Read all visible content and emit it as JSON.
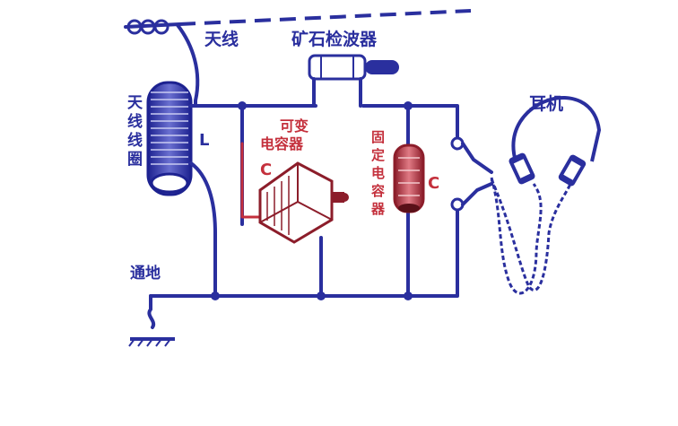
{
  "labels": {
    "antenna": "天线",
    "detector": "矿石检波器",
    "antenna_coil": [
      "天",
      "线",
      "线",
      "圈"
    ],
    "inductor_symbol": "L",
    "variable_capacitor": [
      "可变",
      "电容器"
    ],
    "variable_capacitor_symbol": "C",
    "fixed_capacitor": [
      "固",
      "定",
      "电",
      "容",
      "器"
    ],
    "fixed_capacitor_symbol": "C",
    "headphones": "耳机",
    "ground": "通地"
  },
  "colors": {
    "wire": "#2a2f9e",
    "accent": "#c4303c",
    "background": "#ffffff"
  }
}
